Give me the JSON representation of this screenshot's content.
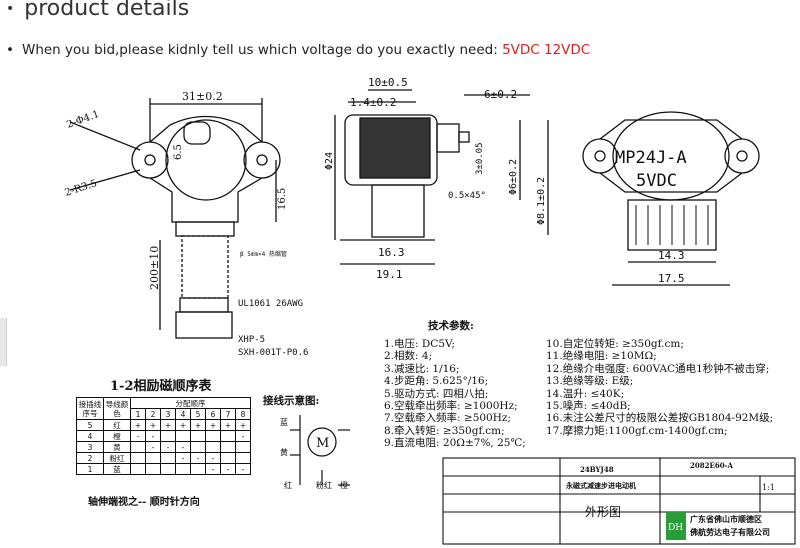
{
  "header": {
    "bullet": "•",
    "title": "product details"
  },
  "notice": {
    "bullet": "•",
    "text": "When you bid,please kidnly tell us which voltage do you exactly need: ",
    "voltages": "5VDC 12VDC",
    "highlight_color": "#d22222"
  },
  "drawing": {
    "top_view": {
      "width_dim": "31±0.2",
      "hole_dim": "2-Φ4.1",
      "r_dim": "2-R3.5",
      "shaft_dim": "6.5",
      "height_dim": "16.5",
      "lead_dim": "200±10",
      "wire_label": "UL1061 26AWG",
      "connector_1": "XHP-5",
      "connector_2": "SXH-001T-P0.6",
      "wire_note": "β 5mm×4 热缩管"
    },
    "side_view": {
      "d1": "10±0.5",
      "d2": "1.4±0.2",
      "d3": "6±0.2",
      "d4": "Φ24",
      "d5": "3±0.05",
      "d6": "Φ6±0.2",
      "d7": "0.5×45°",
      "d8": "Φ8.1±0.2",
      "d9": "16.3",
      "d10": "19.1"
    },
    "front_view": {
      "model": "MP24J-A",
      "voltage": "5VDC",
      "d1": "14.3",
      "d2": "17.5"
    }
  },
  "specs": {
    "title": "技术参数:",
    "left": [
      "1.电压: DC5V;",
      "2.相数: 4;",
      "3.减速比: 1/16;",
      "4.步距角: 5.625°/16;",
      "5.驱动方式: 四相八拍;",
      "6.空载牵出频率: ≥1000Hz;",
      "7.空载牵入频率: ≥500Hz;",
      "8.牵入转矩: ≥350gf.cm;",
      "9.直流电阻: 20Ω±7%, 25℃;"
    ],
    "right": [
      "10.自定位转矩: ≥350gf.cm;",
      "11.绝缘电阻: ≥10MΩ;",
      "12.绝缘介电强度: 600VAC通电1秒钟不被击穿;",
      "13.绝缘等级: E级;",
      "14.温升: ≤40K;",
      "15.噪声: ≤40dB;",
      "16.未注公差尺寸的极限公差按GB1804-92M级;",
      "17.摩擦力矩:1100gf.cm-1400gf.cm;"
    ]
  },
  "sequence": {
    "title": "1-2相励磁顺序表",
    "header_a": "接插线序号",
    "header_b": "导线颜色",
    "header_c": "分配顺序",
    "steps": [
      "1",
      "2",
      "3",
      "4",
      "5",
      "6",
      "7",
      "8"
    ],
    "rows": [
      {
        "no": "5",
        "color": "红",
        "marks": [
          "+",
          "+",
          "+",
          "+",
          "+",
          "+",
          "+",
          "+"
        ]
      },
      {
        "no": "4",
        "color": "橙",
        "marks": [
          "-",
          "-",
          "",
          "",
          "",
          "",
          "",
          "-"
        ]
      },
      {
        "no": "3",
        "color": "黄",
        "marks": [
          "",
          "-",
          "-",
          "-",
          "",
          "",
          "",
          ""
        ]
      },
      {
        "no": "2",
        "color": "粉红",
        "marks": [
          "",
          "",
          "",
          "-",
          "-",
          "-",
          "",
          ""
        ]
      },
      {
        "no": "1",
        "color": "蓝",
        "marks": [
          "",
          "",
          "",
          "",
          "",
          "-",
          "-",
          "-"
        ]
      }
    ],
    "footer": "轴伸端视之-- 顺时针方向"
  },
  "wiring": {
    "title": "接线示意图:",
    "motor": "M",
    "labels": [
      "蓝",
      "黄",
      "红",
      "粉红",
      "橙"
    ]
  },
  "title_block": {
    "part": "24BYJ48",
    "name": "永磁式减速步进电动机",
    "drawing_no": "2082E60-A",
    "view": "外形图",
    "scale": "1:1",
    "company_1": "广东省佛山市顺德区",
    "company_2": "佛航劳达电子有限公司",
    "logo": "DH"
  }
}
